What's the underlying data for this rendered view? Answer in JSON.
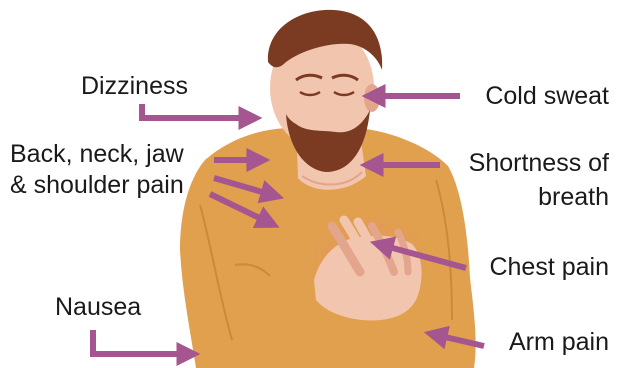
{
  "labels": {
    "dizziness": "Dizziness",
    "back_neck_jaw_line1": "Back, neck, jaw",
    "back_neck_jaw_line2": "& shoulder pain",
    "nausea": "Nausea",
    "cold_sweat": "Cold sweat",
    "shortness_line1": "Shortness of",
    "shortness_line2": "breath",
    "chest_pain": "Chest pain",
    "arm_pain": "Arm pain"
  },
  "colors": {
    "arrow": "#a5558f",
    "shirt": "#e0a04e",
    "shirt_shadow": "#c98a3a",
    "skin": "#f2c6ae",
    "skin_shadow": "#e3a58c",
    "hair": "#7a3b22",
    "text": "#1a1a1a"
  }
}
